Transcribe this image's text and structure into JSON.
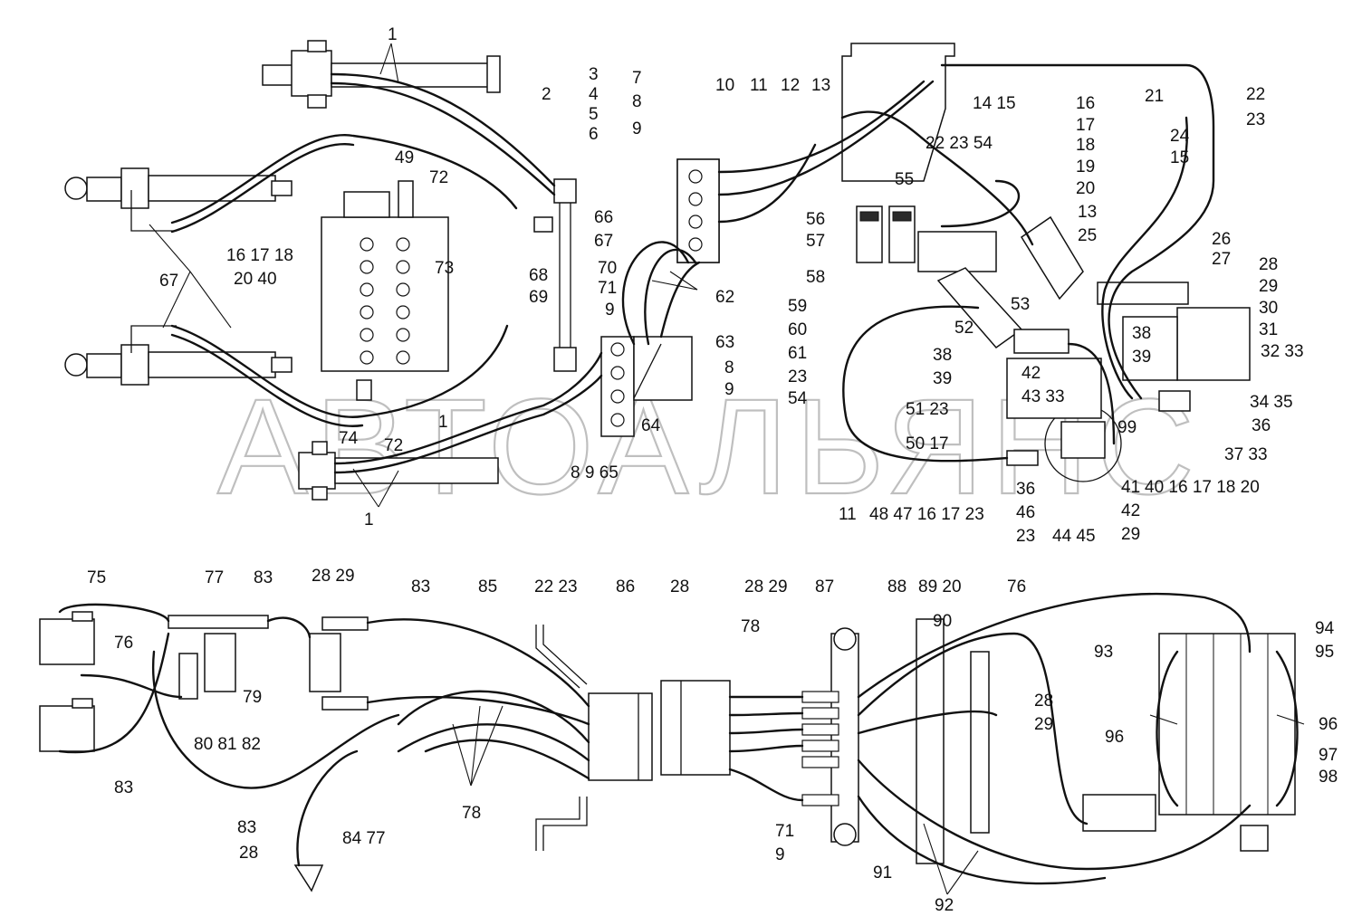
{
  "watermark": "АВТОАЛЬЯНС",
  "callouts": {
    "c1a": "1",
    "c2": "2",
    "c3": "3",
    "c4": "4",
    "c5": "5",
    "c6": "6",
    "c7": "7",
    "c8": "8",
    "c9": "9",
    "c10": "10",
    "c11": "11",
    "c12": "12",
    "c13": "13",
    "c1415": "14 15",
    "c16": "16",
    "c17": "17",
    "c18": "18",
    "c19": "19",
    "c20": "20",
    "c21": "21",
    "c22": "22",
    "c23": "23",
    "c2415": "24",
    "c15": "15",
    "c222354": "22 23 54",
    "c13b": "13",
    "c25": "25",
    "c26": "26",
    "c27": "27",
    "c28": "28",
    "c29": "29",
    "c30": "30",
    "c31": "31",
    "c3233": "32 33",
    "c3839": "38",
    "c39": "39",
    "c3435": "34 35",
    "c36": "36",
    "c3733": "37 33",
    "c40": "40 16 17 18 20",
    "c49": "49",
    "c72": "72",
    "c1617": "16 17 18",
    "c2040": "20 40",
    "c73": "73",
    "c66": "66",
    "c67r": "67",
    "c68": "68",
    "c69": "69",
    "c70": "70",
    "c71": "71",
    "c9b": "9",
    "c62": "62",
    "c63": "63",
    "c8b": "8",
    "c9c": "9",
    "c64": "64",
    "c8965": "8 9 65",
    "c67l": "67",
    "c74": "74",
    "c72b": "72",
    "c1b": "1",
    "c1c": "1",
    "c5556": "55",
    "c56": "56",
    "c57": "57",
    "c58": "58",
    "c53": "53",
    "c52": "52",
    "c59": "59",
    "c60": "60",
    "c61": "61",
    "c23b": "23",
    "c54": "54",
    "c3838": "38",
    "c3939": "39",
    "c42": "42",
    "c4333": "43 33",
    "c5123": "51 23",
    "c5017": "50 17",
    "c99": "99",
    "c36b": "36",
    "c41": "41",
    "c42b": "42",
    "c46": "46",
    "c29b": "29",
    "c23c": "23",
    "c4445": "44 45",
    "c11b": "11",
    "c48": "48 47 16 17 23",
    "c75": "75",
    "c76": "76",
    "c77": "77",
    "c83": "83",
    "c2829": "28 29",
    "c83b": "83",
    "c85": "85",
    "c2223": "22 23",
    "c86": "86",
    "c28b": "28",
    "c2829b": "28 29",
    "c87": "87",
    "c88": "88",
    "c8920": "89 20",
    "c76b": "76",
    "c78": "78",
    "c90": "90",
    "c93": "93",
    "c94": "94",
    "c95": "95",
    "c96l": "96",
    "c96r": "96",
    "c97": "97",
    "c98": "98",
    "c79": "79",
    "c808182": "80 81 82",
    "c83c": "83",
    "c83d": "83",
    "c28c": "28",
    "c8477": "84 77",
    "c78b": "78",
    "c2829c": "28",
    "c29c": "29",
    "c719": "71",
    "c9d": "9",
    "c91": "91",
    "c92": "92"
  }
}
